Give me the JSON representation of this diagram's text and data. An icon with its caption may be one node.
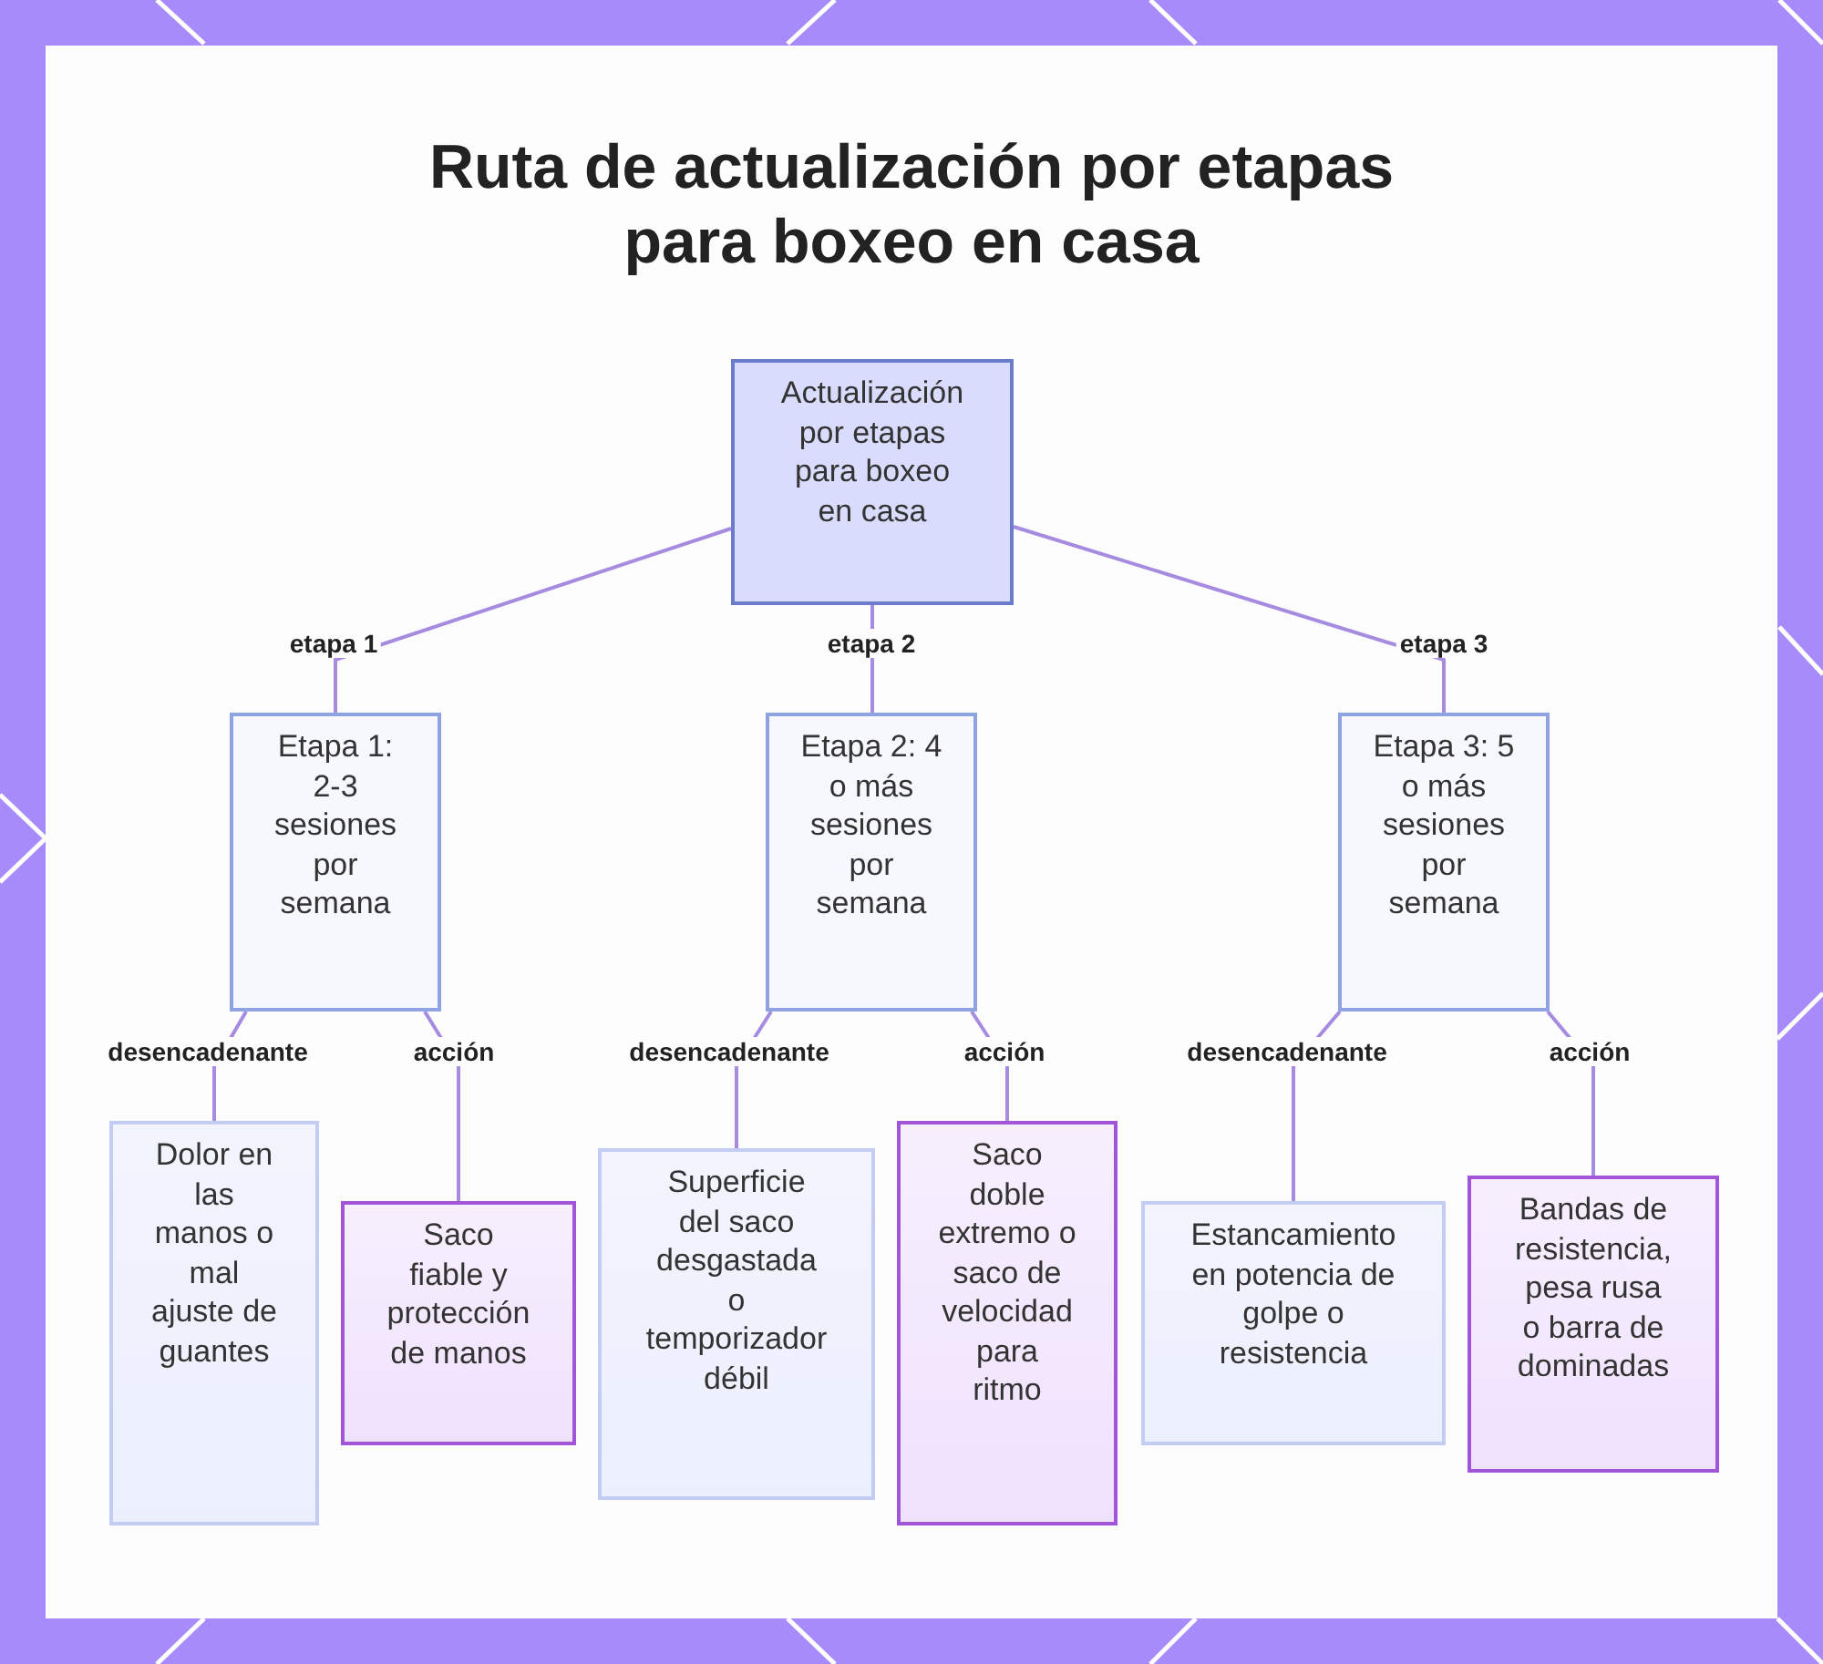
{
  "diagram": {
    "title": "Ruta de actualización por etapas para boxeo en casa",
    "nodes": [
      {
        "text": [
          "Actualización por etapas para boxeo en casa"
        ]
      },
      {
        "text": [
          "Etapa 1: 2-3 sesiones por semana"
        ]
      },
      {
        "text": [
          "Etapa 2: 4 o más sesiones por semana"
        ]
      },
      {
        "text": [
          "Etapa 3: 5 o más sesiones por semana"
        ]
      },
      {
        "text": [
          "Dolor en las manos o mal ajuste de guantes"
        ]
      },
      {
        "text": [
          "Saco fiable y protección de manos"
        ]
      },
      {
        "text": [
          "Superficie del saco desgastada o temporizador débil"
        ]
      },
      {
        "text": [
          "Saco doble extremo o saco de velocidad para ritmo"
        ]
      },
      {
        "text": [
          "Estancamiento en potencia de golpe o resistencia"
        ]
      },
      {
        "text": [
          "Bandas de resistencia, pesa rusa o barra de dominadas"
        ]
      }
    ],
    "edges": [
      {
        "from": 0,
        "to": 1,
        "arrow": "none",
        "label": "etapa 1"
      },
      {
        "from": 0,
        "to": 2,
        "arrow": "none",
        "label": "etapa 2"
      },
      {
        "from": 0,
        "to": 3,
        "arrow": "none",
        "label": "etapa 3"
      },
      {
        "from": 1,
        "to": 4,
        "arrow": "none",
        "label": "desencadenante"
      },
      {
        "from": 1,
        "to": 5,
        "arrow": "none",
        "label": "acción"
      },
      {
        "from": 2,
        "to": 6,
        "arrow": "none",
        "label": "desencadenante"
      },
      {
        "from": 2,
        "to": 7,
        "arrow": "none",
        "label": "acción"
      },
      {
        "from": 3,
        "to": 8,
        "arrow": "none",
        "label": "desencadenante"
      },
      {
        "from": 3,
        "to": 9,
        "arrow": "none",
        "label": "acción"
      }
    ]
  }
}
